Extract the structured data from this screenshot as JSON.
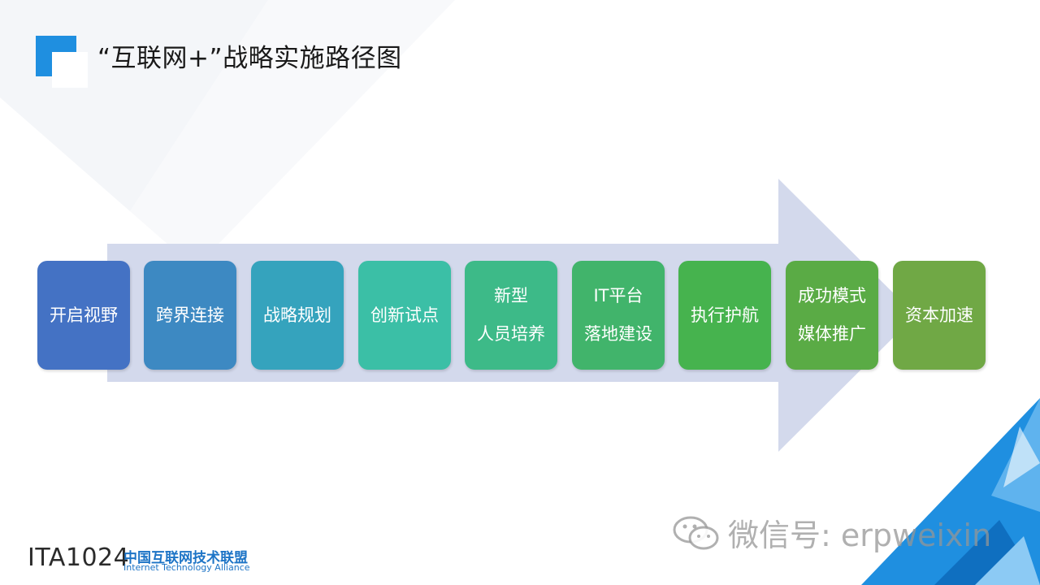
{
  "header": {
    "title": "“互联网+”战略实施路径图"
  },
  "steps": [
    {
      "lines": [
        "开启视野"
      ],
      "color": "#4472c4"
    },
    {
      "lines": [
        "跨界连接"
      ],
      "color": "#3d89c2"
    },
    {
      "lines": [
        "战略规划"
      ],
      "color": "#35a3bd"
    },
    {
      "lines": [
        "创新试点"
      ],
      "color": "#3bbfa6"
    },
    {
      "lines": [
        "新型",
        "人员培养"
      ],
      "color": "#3dba88"
    },
    {
      "lines": [
        "IT平台",
        "落地建设"
      ],
      "color": "#41b46b"
    },
    {
      "lines": [
        "执行护航"
      ],
      "color": "#46b34e"
    },
    {
      "lines": [
        "成功模式",
        "媒体推广"
      ],
      "color": "#5aab45"
    },
    {
      "lines": [
        "资本加速"
      ],
      "color": "#70a845"
    }
  ],
  "footer": {
    "brand": "ITA1024",
    "org_cn": "中国互联网技术联盟",
    "org_en": "Internet Technology Alliance"
  },
  "watermark": {
    "text": "微信号: erpweixin"
  },
  "colors": {
    "arrow": "#d3d9ec",
    "accent": "#1f8fe0"
  }
}
